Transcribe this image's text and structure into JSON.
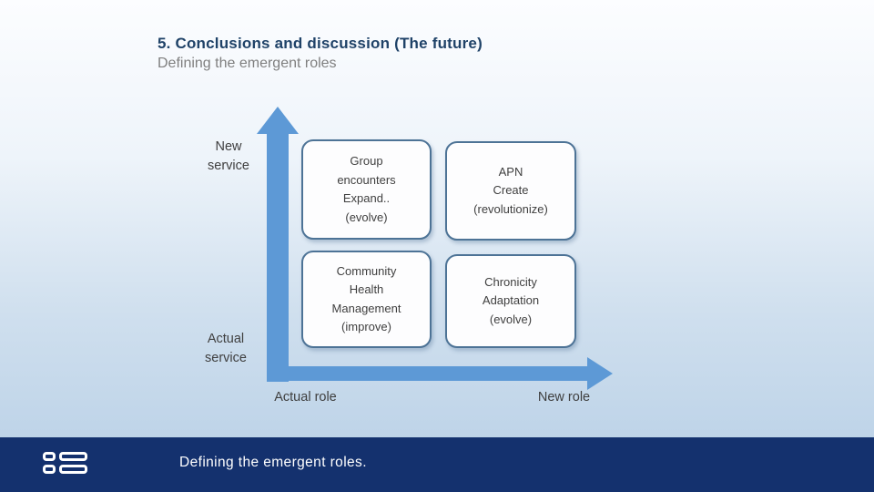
{
  "slide": {
    "title": "5. Conclusions and discussion (The future)",
    "subtitle": "Defining the emergent roles"
  },
  "diagram": {
    "y_axis": {
      "top_label_lines": [
        "New",
        "service"
      ],
      "bottom_label_lines": [
        "Actual",
        "service"
      ]
    },
    "x_axis": {
      "left_label": "Actual role",
      "right_label": "New role"
    },
    "boxes": {
      "top_left": {
        "lines": [
          "Group",
          "encounters",
          "Expand..",
          "(evolve)"
        ]
      },
      "top_right": {
        "lines": [
          "APN",
          "Create",
          "(revolutionize)"
        ]
      },
      "bottom_left": {
        "lines": [
          "Community",
          "Health",
          "Management",
          "(improve)"
        ]
      },
      "bottom_right": {
        "lines": [
          "Chronicity",
          "Adaptation",
          "(evolve)"
        ]
      }
    }
  },
  "footer": {
    "text": "Defining the emergent roles.",
    "logo_icon": "grid-list-logo"
  },
  "colors": {
    "title": "#1f4268",
    "subtitle": "#7f7f7f",
    "label_text": "#3f3f3f",
    "box_text": "#3f3f3f",
    "box_border": "#4d7396",
    "box_fill": "#fdfdfe",
    "arrow": "#5d99d6",
    "footer_bg": "#14316e",
    "footer_text": "#ffffff",
    "bg_top": "#fcfdff",
    "bg_bottom": "#b7cfe6"
  }
}
